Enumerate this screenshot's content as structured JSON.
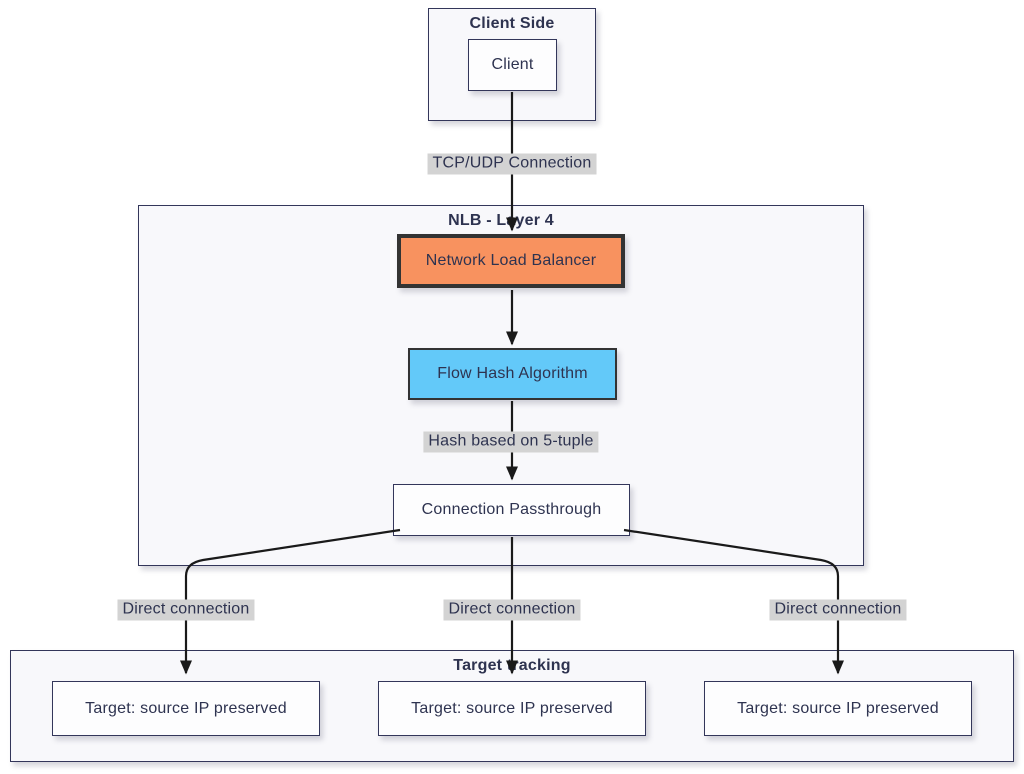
{
  "diagram_type": "flowchart",
  "colors": {
    "background": "#ffffff",
    "subgraph_fill": "#f8f8fb",
    "node_fill": "#fdfdfe",
    "node_border": "#33365a",
    "emphasis_border": "#333333",
    "nlb_node_fill": "#f8925f",
    "flow_hash_node_fill": "#63c9f9",
    "edge_stroke": "#1a1a1a",
    "edge_label_bg": "#d3d3d3",
    "text": "#2e3350"
  },
  "subgraphs": {
    "client_side": {
      "title": "Client Side"
    },
    "nlb": {
      "title": "NLB - Layer 4"
    },
    "target_tracking": {
      "title": "Target tracking"
    }
  },
  "nodes": {
    "client": {
      "label": "Client"
    },
    "network_load_balancer": {
      "label": "Network Load Balancer"
    },
    "flow_hash": {
      "label": "Flow Hash Algorithm"
    },
    "connection_passthrough": {
      "label": "Connection Passthrough"
    },
    "targets": [
      {
        "label": "Target: source IP preserved"
      },
      {
        "label": "Target: source IP preserved"
      },
      {
        "label": "Target: source IP preserved"
      }
    ]
  },
  "edges": {
    "client_to_nlb": {
      "label": "TCP/UDP Connection"
    },
    "flow_to_passthrough": {
      "label": "Hash based on 5-tuple"
    },
    "passthrough_to_targets": [
      {
        "label": "Direct connection"
      },
      {
        "label": "Direct connection"
      },
      {
        "label": "Direct connection"
      }
    ]
  }
}
